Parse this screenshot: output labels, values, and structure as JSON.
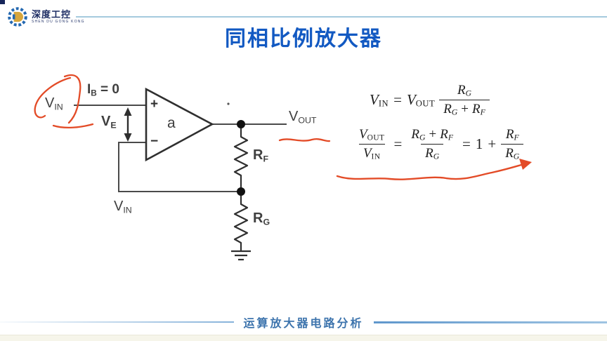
{
  "header": {
    "logo": {
      "brand": "深度工控",
      "brand_sub": "SHEN DU GONG KONG"
    },
    "title": "同相比例放大器"
  },
  "circuit": {
    "labels": {
      "vin_top_base": "V",
      "vin_top_sub": "IN",
      "ib_base": "I",
      "ib_sub": "B",
      "ib_rest": " = 0",
      "ve_base": "V",
      "ve_sub": "E",
      "plus_sign": "+",
      "minus_sign": "−",
      "gain": "a",
      "vout_base": "V",
      "vout_sub": "OUT",
      "rf_base": "R",
      "rf_sub": "F",
      "rg_base": "R",
      "rg_sub": "G",
      "vin_bottom_base": "V",
      "vin_bottom_sub": "IN"
    }
  },
  "formulas": {
    "f1": {
      "lhs_base": "V",
      "lhs_sub": "IN",
      "eq": "=",
      "rhs_base": "V",
      "rhs_sub": "OUT",
      "num_base": "R",
      "num_sub": "G",
      "den_a_base": "R",
      "den_a_sub": "G",
      "den_op": "+",
      "den_b_base": "R",
      "den_b_sub": "F"
    },
    "f2": {
      "lnum_base": "V",
      "lnum_sub": "OUT",
      "lden_base": "V",
      "lden_sub": "IN",
      "eq1": "=",
      "mnum_a_base": "R",
      "mnum_a_sub": "G",
      "mnum_op": "+",
      "mnum_b_base": "R",
      "mnum_b_sub": "F",
      "mden_base": "R",
      "mden_sub": "G",
      "eq2": "=",
      "one": "1",
      "plus": "+",
      "rnum_base": "R",
      "rnum_sub": "F",
      "rden_base": "R",
      "rden_sub": "G"
    }
  },
  "footer": {
    "caption": "运算放大器电路分析"
  },
  "colors": {
    "title_blue": "#1259c2",
    "annotation_red": "#e34b27",
    "footer_blue": "#3d74ad",
    "header_line_blue": "#a5cade",
    "logo_navy": "#1d2d63",
    "logo_gold": "#d7a63c",
    "logo_gear_blue": "#2468b0",
    "circuit_stroke": "#2f2f2f"
  }
}
